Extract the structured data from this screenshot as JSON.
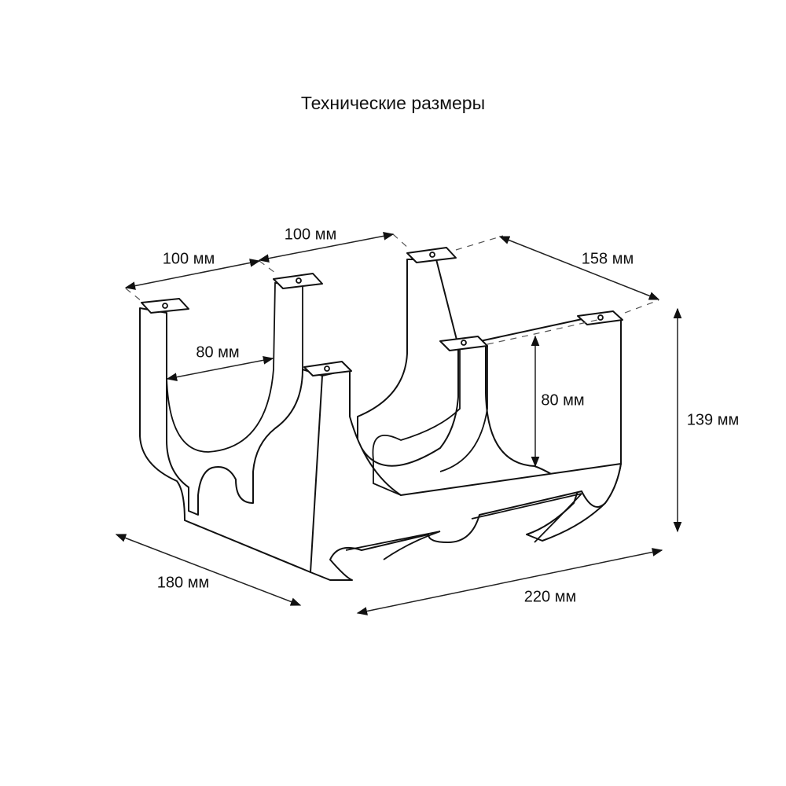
{
  "title": "Технические размеры",
  "dimensions": {
    "slot_spacing_left": "100 мм",
    "slot_spacing_top": "100 мм",
    "depth_top": "158 мм",
    "slot_width": "80 мм",
    "slot_depth": "80 мм",
    "height": "139 мм",
    "depth_bottom": "180 мм",
    "width": "220 мм"
  }
}
